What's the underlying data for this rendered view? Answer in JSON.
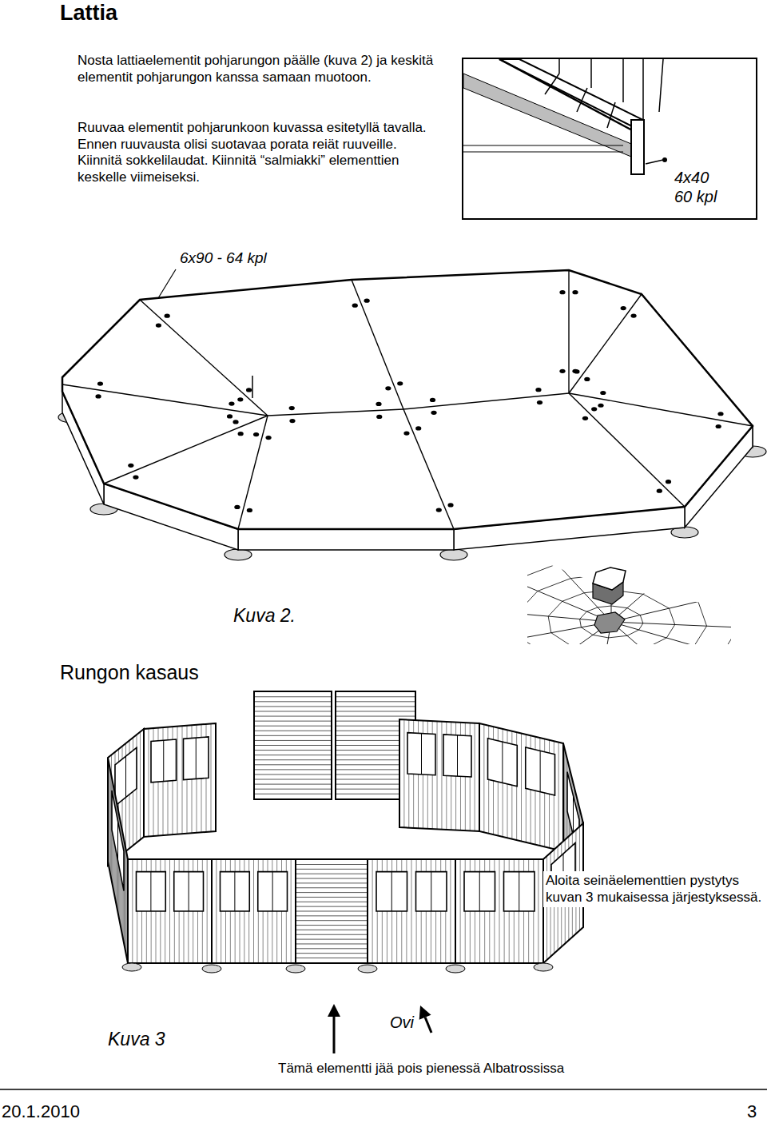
{
  "diagram": {
    "title": "Lattia",
    "nodes": [
      {
        "text": [
          "4x40 60 kpl"
        ]
      }
    ],
    "labels": [
      "Nosta lattiaelementit pohjarungon päälle (kuva 2) ja keskitä elementit pohjarungon kanssa samaan muotoon.",
      "Ruuvaa elementit pohjarunkoon kuvassa esitetyllä tavalla. Ennen ruuvausta olisi suotavaa porata reiät ruuveille. Kiinnitä sokkelilaudat. Kiinnitä “salmiakki” elementtien keskelle viimeiseksi.",
      "6x90 - 64 kpl",
      "Kuva 2.",
      "Rungon kasaus",
      "Aloita seinäelementtien pystytys kuvan 3 mukaisessa järjestyksessä.",
      "Kuva 3",
      "Ovi",
      "Tämä elementti jää pois pienessä Albatrossissa",
      "20.1.2010",
      "3"
    ]
  }
}
